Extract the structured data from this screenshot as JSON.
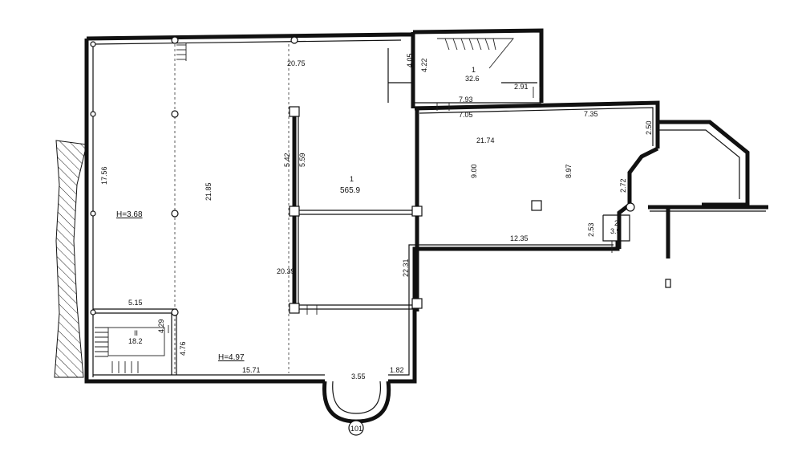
{
  "plan": {
    "dimensions": {
      "d1": "20.75",
      "d2": "17.56",
      "d3": "21.85",
      "d4": "5.42",
      "d5": "5.59",
      "d6": "20.39",
      "d7": "5.15",
      "d8": "4.29",
      "d9": "4.76",
      "d10": "15.71",
      "d11": "3.55",
      "d12": "1.82",
      "d13": "22.31",
      "d14": "4.05",
      "d15": "4.22",
      "d16": "2.91",
      "d17": "7.93",
      "d18": "7.05",
      "d19": "7.35",
      "d20": "2.50",
      "d21": "21.74",
      "d22": "9.00",
      "d23": "8.97",
      "d24": "2.72",
      "d25": "2.53",
      "d26": "12.35"
    },
    "heights": {
      "h1": "H=3.68",
      "h2": "H=4.97"
    },
    "rooms": {
      "main_num": "1",
      "main_area": "565.9",
      "top_num": "1",
      "top_area": "32.6",
      "stair_num": "II",
      "stair_area": "18.2",
      "small_num": "2",
      "small_area": "3.9"
    },
    "entrance_label": "101"
  }
}
